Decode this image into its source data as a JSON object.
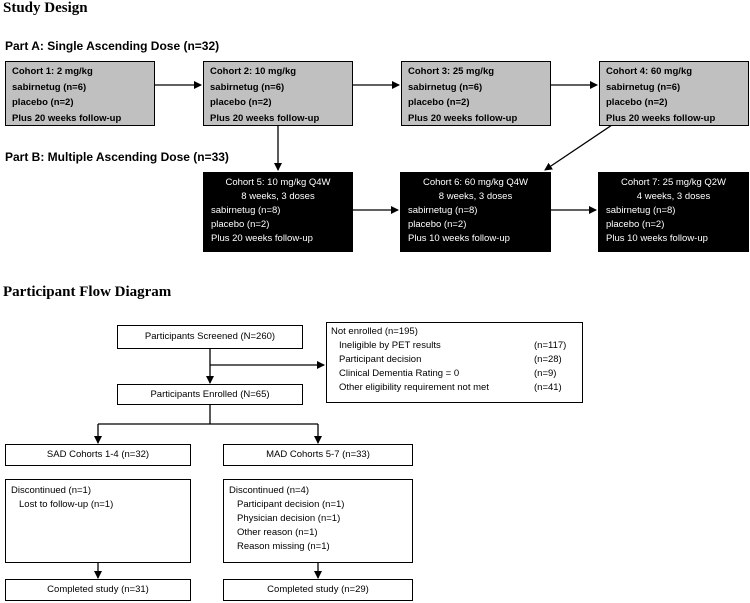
{
  "headings": {
    "study_design": "Study Design",
    "flow": "Participant Flow Diagram"
  },
  "part_a": {
    "title": "Part A: Single Ascending Dose (n=32)",
    "cohorts": [
      {
        "lines": [
          "Cohort 1: 2 mg/kg",
          "sabirnetug (n=6)",
          "placebo (n=2)",
          "Plus 20 weeks follow-up"
        ]
      },
      {
        "lines": [
          "Cohort 2: 10 mg/kg",
          "sabirnetug (n=6)",
          "placebo (n=2)",
          "Plus 20 weeks follow-up"
        ]
      },
      {
        "lines": [
          "Cohort 3: 25 mg/kg",
          "sabirnetug (n=6)",
          "placebo (n=2)",
          "Plus 20 weeks follow-up"
        ]
      },
      {
        "lines": [
          "Cohort 4: 60 mg/kg",
          "sabirnetug (n=6)",
          "placebo (n=2)",
          "Plus 20 weeks follow-up"
        ]
      }
    ]
  },
  "part_b": {
    "title": "Part B: Multiple Ascending Dose (n=33)",
    "cohorts": [
      {
        "header": [
          "Cohort 5: 10 mg/kg Q4W",
          "8 weeks, 3 doses"
        ],
        "lines": [
          "sabirnetug (n=8)",
          "placebo  (n=2)",
          "Plus 20 weeks follow-up"
        ]
      },
      {
        "header": [
          "Cohort 6: 60 mg/kg Q4W",
          "8 weeks, 3 doses"
        ],
        "lines": [
          "sabirnetug (n=8)",
          "placebo  (n=2)",
          "Plus 10 weeks follow-up"
        ]
      },
      {
        "header": [
          "Cohort 7: 25 mg/kg Q2W",
          "4 weeks, 3 doses"
        ],
        "lines": [
          "sabirnetug (n=8)",
          "placebo  (n=2)",
          "Plus 10 weeks follow-up"
        ]
      }
    ]
  },
  "flow": {
    "screened": "Participants Screened (N=260)",
    "not_enrolled": {
      "title": "Not enrolled (n=195)",
      "reasons": [
        {
          "label": "Ineligible by PET results",
          "count": "(n=117)"
        },
        {
          "label": "Participant decision",
          "count": "(n=28)"
        },
        {
          "label": "Clinical Dementia Rating = 0",
          "count": "(n=9)"
        },
        {
          "label": "Other eligibility requirement not met",
          "count": "(n=41)"
        }
      ]
    },
    "enrolled": "Participants Enrolled (N=65)",
    "sad": "SAD Cohorts 1-4 (n=32)",
    "mad": "MAD Cohorts 5-7 (n=33)",
    "sad_disc": {
      "title": "Discontinued (n=1)",
      "reasons": [
        "Lost to follow-up (n=1)"
      ]
    },
    "mad_disc": {
      "title": "Discontinued (n=4)",
      "reasons": [
        "Participant decision (n=1)",
        "Physician decision (n=1)",
        "Other reason (n=1)",
        "Reason missing (n=1)"
      ]
    },
    "sad_completed": "Completed study (n=31)",
    "mad_completed": "Completed study (n=29)"
  }
}
